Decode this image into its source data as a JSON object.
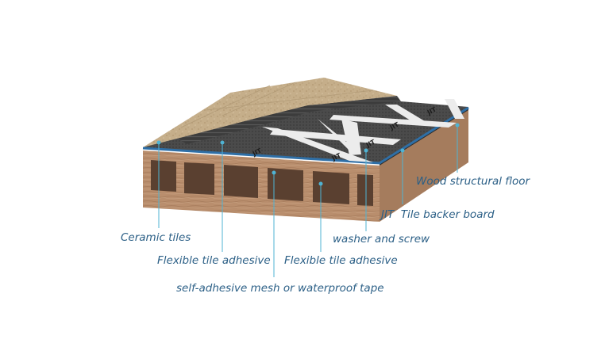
{
  "labels": {
    "wood_structural_floor": "Wood structural floor",
    "tile_backer_board": "JIT  Tile backer board",
    "washer_and_screw": "washer and screw",
    "flexible_adhesive_right": "Flexible tile adhesive",
    "ceramic_tiles": "Ceramic tiles",
    "flexible_adhesive_left": "Flexible tile adhesive",
    "mesh_or_tape": "self-adhesive mesh or waterproof tape"
  },
  "colors": {
    "label_text": "#2b5f86",
    "leader_line": "#4fb3d3",
    "tile": "#c8b28f",
    "backer_board": "#4a4a4a",
    "tape": "#ececec",
    "wood": "#b78d6c",
    "blue_edge": "#2f6fa6"
  }
}
